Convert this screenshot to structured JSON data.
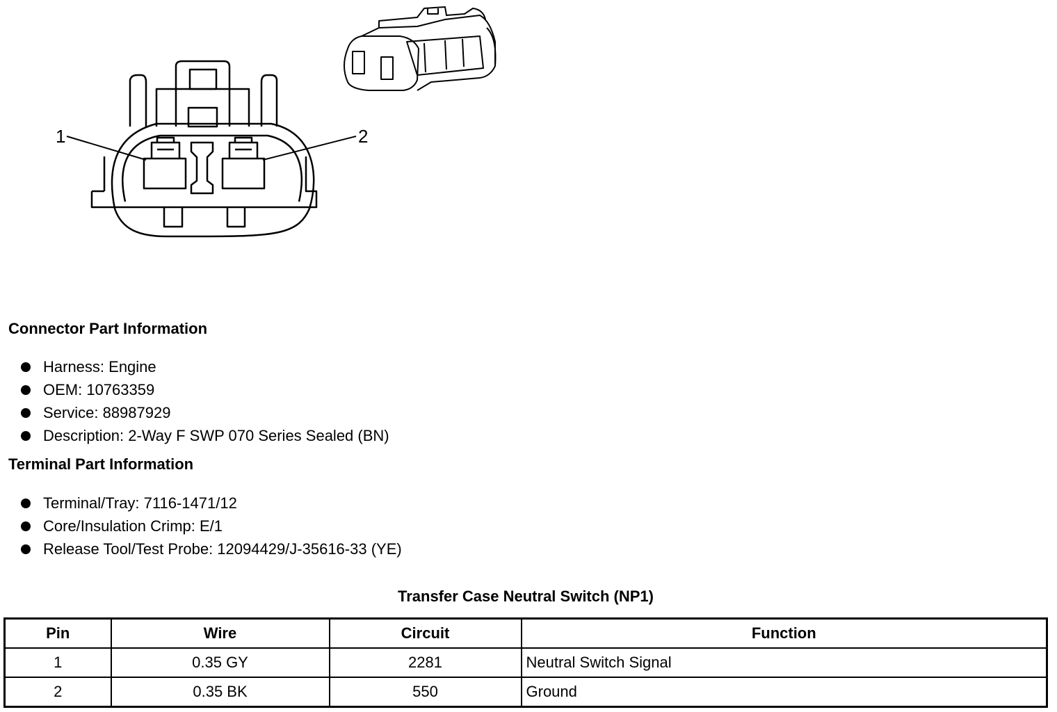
{
  "diagram": {
    "pin_labels": [
      "1",
      "2"
    ]
  },
  "connector_info": {
    "title": "Connector Part Information",
    "items": [
      "Harness: Engine",
      "OEM: 10763359",
      "Service: 88987929",
      "Description: 2-Way F SWP 070 Series Sealed (BN)"
    ]
  },
  "terminal_info": {
    "title": "Terminal Part Information",
    "items": [
      "Terminal/Tray: 7116-1471/12",
      "Core/Insulation Crimp: E/1",
      "Release Tool/Test Probe: 12094429/J-35616-33 (YE)"
    ]
  },
  "table": {
    "title": "Transfer Case Neutral Switch (NP1)",
    "headers": [
      "Pin",
      "Wire",
      "Circuit",
      "Function"
    ],
    "rows": [
      [
        "1",
        "0.35 GY",
        "2281",
        "Neutral Switch Signal"
      ],
      [
        "2",
        "0.35 BK",
        "550",
        "Ground"
      ]
    ]
  }
}
